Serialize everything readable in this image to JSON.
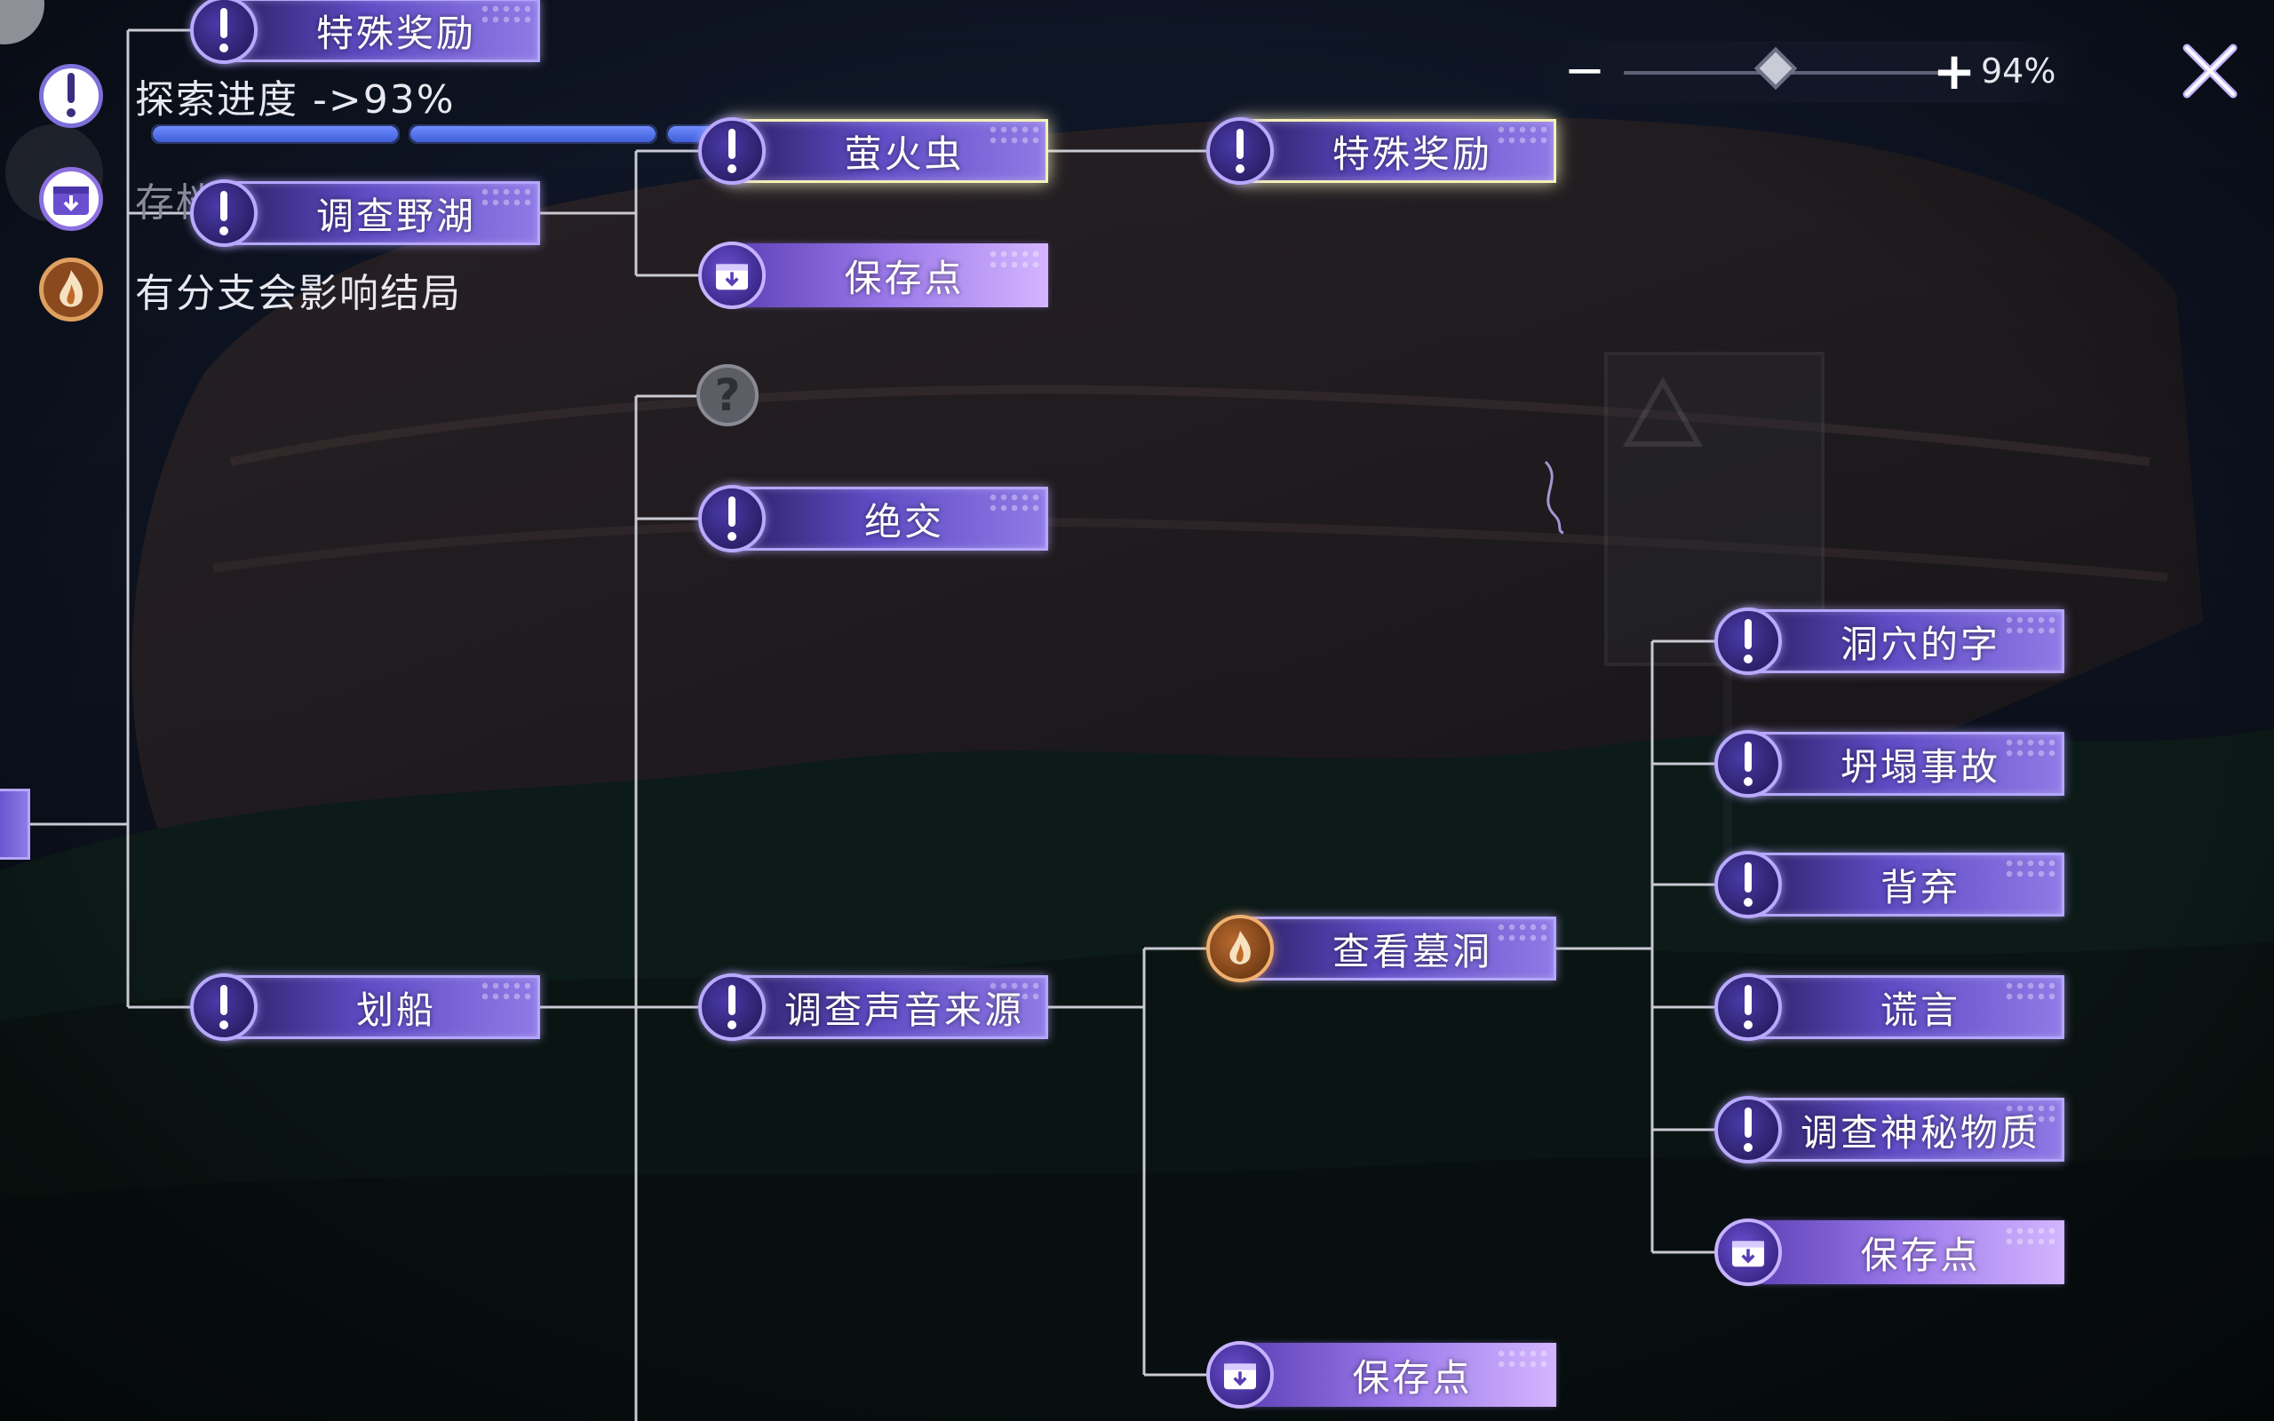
{
  "legend": {
    "progress_label": "探索进度 ->93%",
    "save_label": "存档位置",
    "branch_label": "有分支会影响结局",
    "progress_segments": [
      1.0,
      1.0,
      0.75
    ]
  },
  "zoom": {
    "minus": "−",
    "plus": "+",
    "percent_text": "94%",
    "level": 0.45
  },
  "close": {
    "symbol": "X"
  },
  "unknown_node": {
    "symbol": "?"
  },
  "nodes": {
    "special_reward_top": "特殊奖励",
    "investigate_lake": "调查野湖",
    "firefly": "萤火虫",
    "special_reward_right": "特殊奖励",
    "save_point_1": "保存点",
    "break_off": "绝交",
    "rowing": "划船",
    "investigate_sound": "调查声音来源",
    "check_tomb": "查看墓洞",
    "cave_words": "洞穴的字",
    "collapse_accident": "坍塌事故",
    "betrayal": "背弃",
    "lie": "谎言",
    "mysterious_substance": "调查神秘物质",
    "save_point_2": "保存点",
    "save_point_3": "保存点"
  },
  "colors": {
    "bar_start": "#2a1f63",
    "bar_end": "#8f7ae6",
    "bar_border": "#b3a6ff",
    "branch_orange": "#f0b070",
    "progress_blue": "#5a78f0",
    "connector": "#c9c9d2"
  },
  "icons": {
    "event": "exclamation-icon",
    "save": "save-download-icon",
    "branch": "flame-branch-icon",
    "close": "close-icon"
  }
}
